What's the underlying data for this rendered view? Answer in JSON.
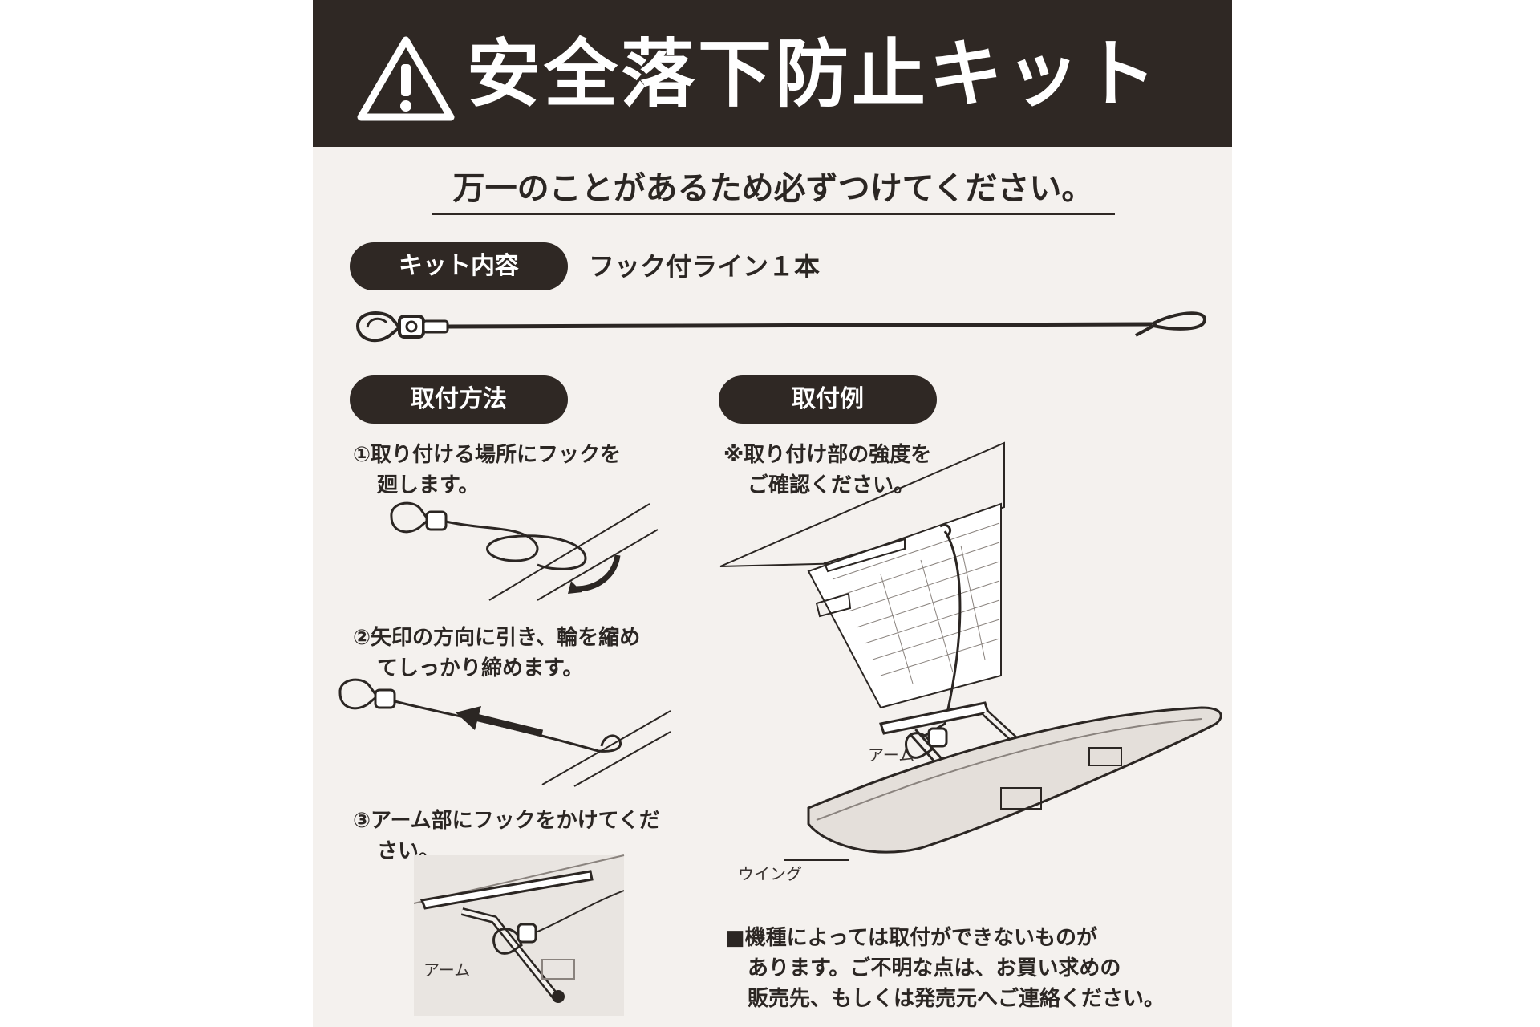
{
  "header": {
    "title": "安全落下防止キット",
    "warning_icon": "warning-triangle-icon"
  },
  "subtitle": "万一のことがあるため必ずつけてください。",
  "kit": {
    "label": "キット内容",
    "value": "フック付ライン１本"
  },
  "method": {
    "label": "取付方法",
    "steps": [
      {
        "line1": "①取り付ける場所にフックを",
        "line2": "廻します。"
      },
      {
        "line1": "②矢印の方向に引き、輪を縮め",
        "line2": "てしっかり締めます。"
      },
      {
        "line1": "③アーム部にフックをかけてくだ",
        "line2": "さい。"
      }
    ],
    "arm_label": "アーム"
  },
  "example": {
    "label": "取付例",
    "note_line1": "※取り付け部の強度を",
    "note_line2": "ご確認ください。",
    "arm_label": "アーム",
    "wing_label": "ウイング"
  },
  "footer": {
    "line1": "■機種によっては取付ができないものが",
    "line2": "あります。ご不明な点は、お買い求めの",
    "line3": "販売先、もしくは発売元へご連絡ください。"
  },
  "colors": {
    "banner": "#2f2824",
    "paper": "#f4f1ee",
    "ink": "#2b2623"
  }
}
